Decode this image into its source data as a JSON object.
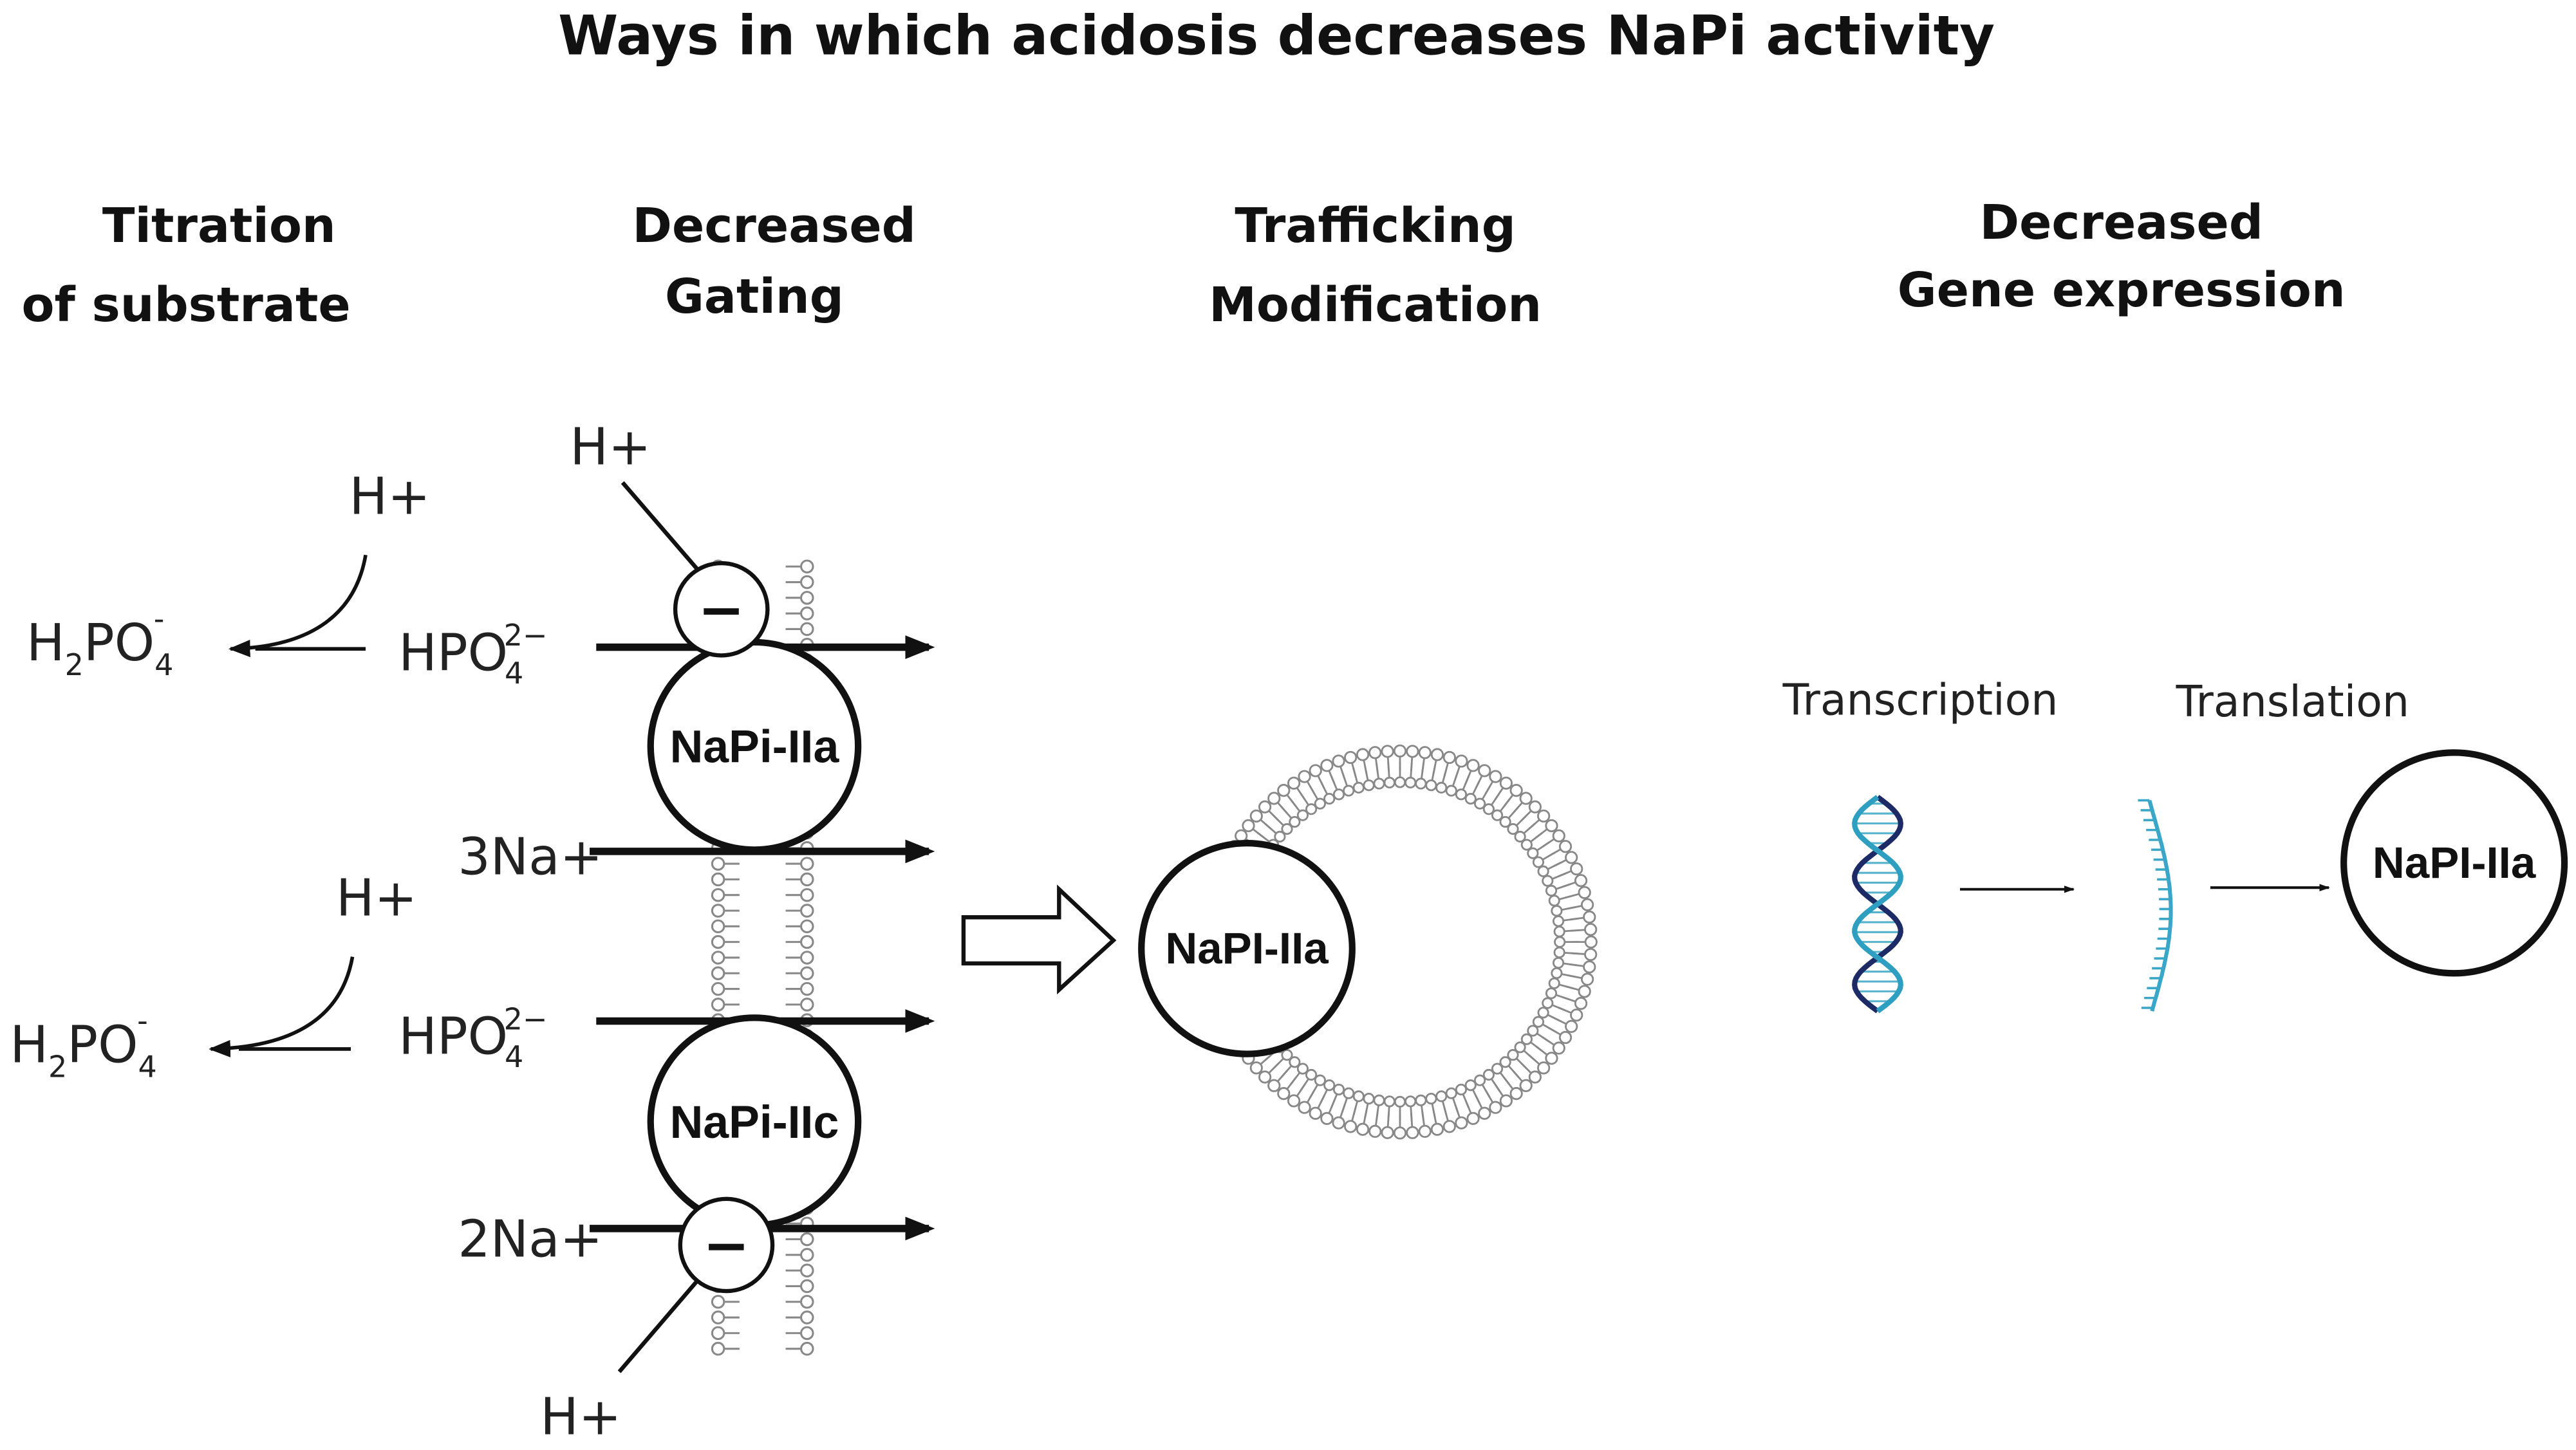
{
  "title": "Ways in which acidosis decreases NaPi activity",
  "columns": {
    "titration": {
      "line1": "Titration",
      "line2": "of substrate"
    },
    "gating": {
      "line1": "Decreased",
      "line2": "Gating"
    },
    "trafficking": {
      "line1": "Trafficking",
      "line2": "Modification"
    },
    "expression": {
      "line1": "Decreased",
      "line2": "Gene expression"
    }
  },
  "titration": {
    "proton": "H+",
    "product": {
      "base": "H",
      "sub1": "2",
      "mid": "PO",
      "sub2": "4",
      "sup": "-"
    }
  },
  "gating": {
    "proton": "H+",
    "phosphate": {
      "base": "HPO",
      "sub": "4",
      "sup": "2−"
    },
    "sodium_a": "3Na+",
    "sodium_c": "2Na+",
    "transporter_a": "NaPi-IIa",
    "transporter_c": "NaPi-IIc",
    "charge": "−"
  },
  "trafficking": {
    "transporter": "NaPI-IIa"
  },
  "expression": {
    "step1": "Transcription",
    "step2": "Translation",
    "product": "NaPI-IIa"
  },
  "colors": {
    "ink": "#111111",
    "dna_blue": "#2e9fc0",
    "dna_navy": "#1c2a66",
    "mrna": "#3aa7c9",
    "lipid": "#888888"
  }
}
